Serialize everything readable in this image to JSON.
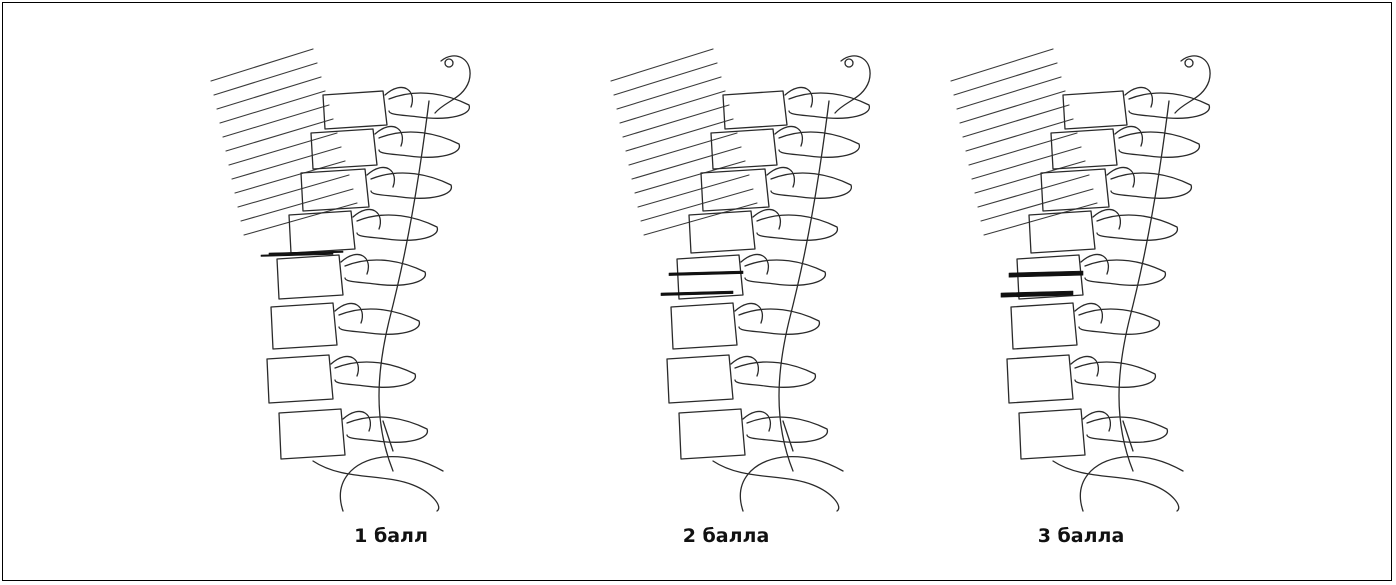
{
  "panels": [
    {
      "label": "1 балл",
      "severity": 1
    },
    {
      "label": "2 балла",
      "severity": 2
    },
    {
      "label": "3 балла",
      "severity": 3
    }
  ]
}
